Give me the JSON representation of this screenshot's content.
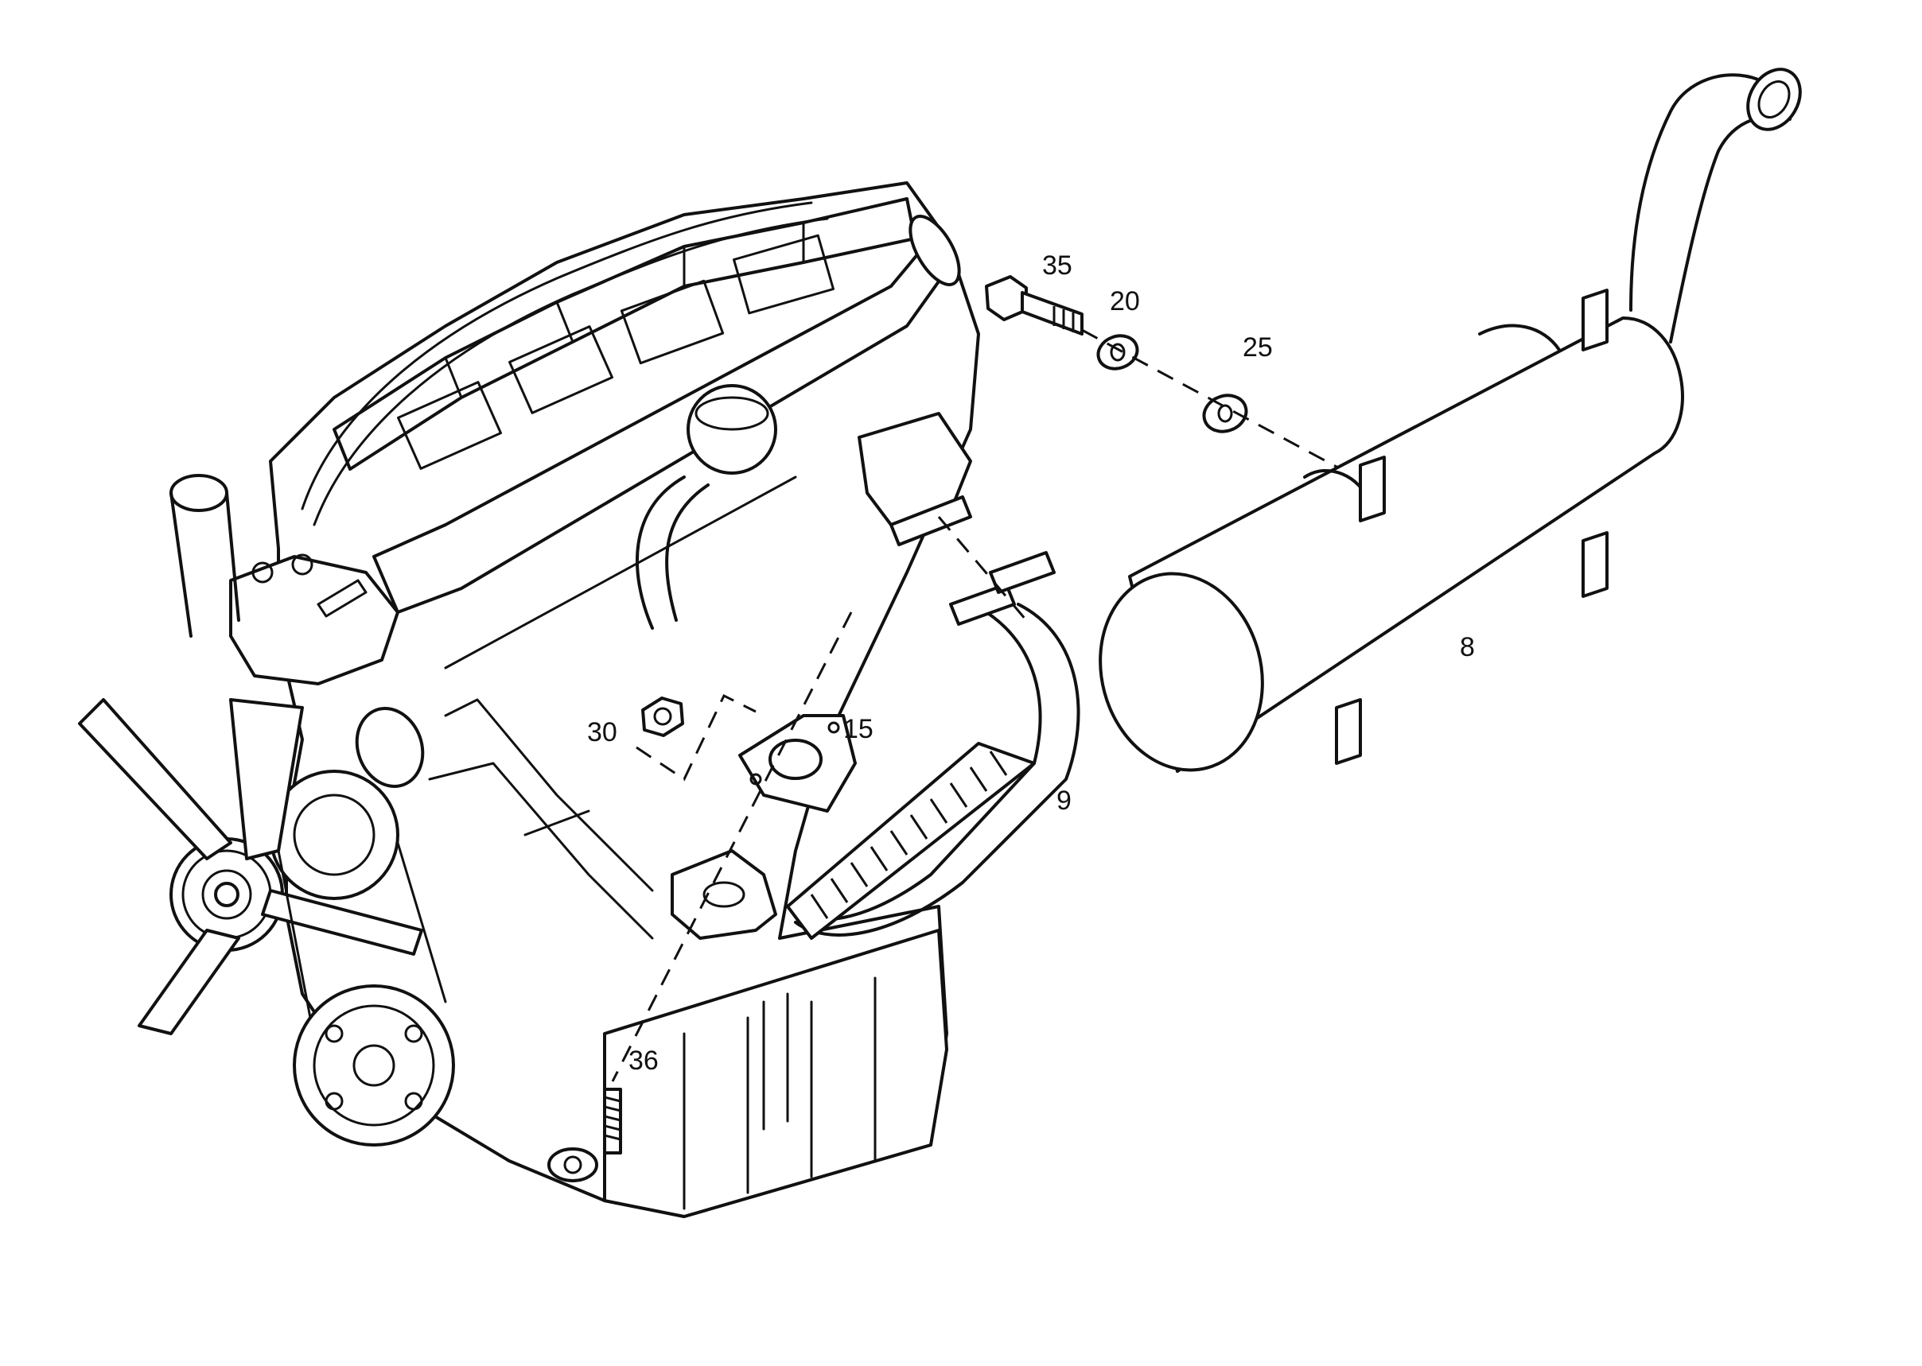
{
  "callouts": [
    {
      "id": "c35",
      "text": "35"
    },
    {
      "id": "c20",
      "text": "20"
    },
    {
      "id": "c25",
      "text": "25"
    },
    {
      "id": "c8",
      "text": "8"
    },
    {
      "id": "c30",
      "text": "30"
    },
    {
      "id": "c15",
      "text": "15"
    },
    {
      "id": "c9",
      "text": "9"
    },
    {
      "id": "c36",
      "text": "36"
    }
  ]
}
